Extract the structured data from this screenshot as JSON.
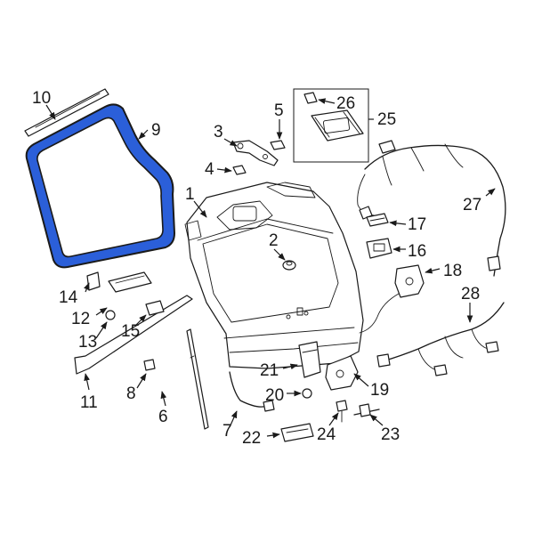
{
  "diagram": {
    "highlight_color": "#2b5fd9",
    "callouts": {
      "c1": "1",
      "c2": "2",
      "c3": "3",
      "c4": "4",
      "c5": "5",
      "c6": "6",
      "c7": "7",
      "c8": "8",
      "c9": "9",
      "c10": "10",
      "c11": "11",
      "c12": "12",
      "c13": "13",
      "c14": "14",
      "c15": "15",
      "c16": "16",
      "c17": "17",
      "c18": "18",
      "c19": "19",
      "c20": "20",
      "c21": "21",
      "c22": "22",
      "c23": "23",
      "c24": "24",
      "c25": "25",
      "c26": "26",
      "c27": "27",
      "c28": "28"
    }
  }
}
